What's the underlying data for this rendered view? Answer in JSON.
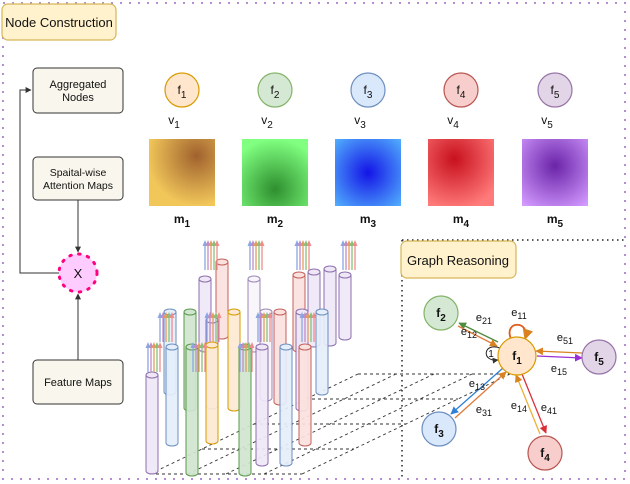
{
  "node_construction": {
    "title": "Node Construction",
    "aggregated_nodes": [
      "Aggregated",
      "Nodes"
    ],
    "attention_maps": [
      "Spaital-wise",
      "Attention Maps"
    ],
    "feature_maps": "Feature Maps",
    "multiply_symbol": "X",
    "nodes": [
      {
        "f_main": "f",
        "f_sub": "1",
        "v_main": "v",
        "v_sub": "1",
        "m_main": "m",
        "m_sub": "1",
        "fill": "#ffe6cc",
        "stroke": "#d79b00",
        "map_edge": "#f2c75a",
        "map_center": "#a0622e"
      },
      {
        "f_main": "f",
        "f_sub": "2",
        "v_main": "v",
        "v_sub": "2",
        "m_main": "m",
        "m_sub": "2",
        "fill": "#d5e8d4",
        "stroke": "#82b366",
        "map_edge": "#80ff80",
        "map_center": "#2e8f2e"
      },
      {
        "f_main": "f",
        "f_sub": "3",
        "v_main": "v",
        "v_sub": "3",
        "m_main": "m",
        "m_sub": "3",
        "fill": "#dae8fc",
        "stroke": "#6c8ebf",
        "map_edge": "#56baff",
        "map_center": "#1414e6"
      },
      {
        "f_main": "f",
        "f_sub": "4",
        "v_main": "v",
        "v_sub": "4",
        "m_main": "m",
        "m_sub": "4",
        "fill": "#f8cecc",
        "stroke": "#b85450",
        "map_edge": "#ff7a7a",
        "map_center": "#c8101e"
      },
      {
        "f_main": "f",
        "f_sub": "5",
        "v_main": "v",
        "v_sub": "5",
        "m_main": "m",
        "m_sub": "5",
        "fill": "#e1d5e7",
        "stroke": "#9673a6",
        "map_edge": "#d39aff",
        "map_center": "#6a24a8"
      }
    ]
  },
  "graph_reasoning": {
    "title": "Graph Reasoning",
    "nodes": [
      {
        "main": "f",
        "sub": "1",
        "fill": "#ffe6cc",
        "stroke": "#d79b00"
      },
      {
        "main": "f",
        "sub": "2",
        "fill": "#d5e8d4",
        "stroke": "#82b366"
      },
      {
        "main": "f",
        "sub": "3",
        "fill": "#dae8fc",
        "stroke": "#6c8ebf"
      },
      {
        "main": "f",
        "sub": "4",
        "fill": "#f8cecc",
        "stroke": "#b85450"
      },
      {
        "main": "f",
        "sub": "5",
        "fill": "#e1d5e7",
        "stroke": "#9673a6"
      }
    ],
    "self_loop_label": "1",
    "edge_labels": [
      {
        "main": "e",
        "sub": "21"
      },
      {
        "main": "e",
        "sub": "12"
      },
      {
        "main": "e",
        "sub": "11"
      },
      {
        "main": "e",
        "sub": "51"
      },
      {
        "main": "e",
        "sub": "15"
      },
      {
        "main": "e",
        "sub": "13"
      },
      {
        "main": "e",
        "sub": "31"
      },
      {
        "main": "e",
        "sub": "14"
      },
      {
        "main": "e",
        "sub": "41"
      }
    ]
  },
  "colors": {
    "box_fill": "#f9f7ed",
    "title_fill": "#fff2cc",
    "title_stroke": "#d6b656",
    "frame_dots": "#b38fd1",
    "multiply_fill": "#ffccff",
    "multiply_dots": "#ff0080"
  }
}
